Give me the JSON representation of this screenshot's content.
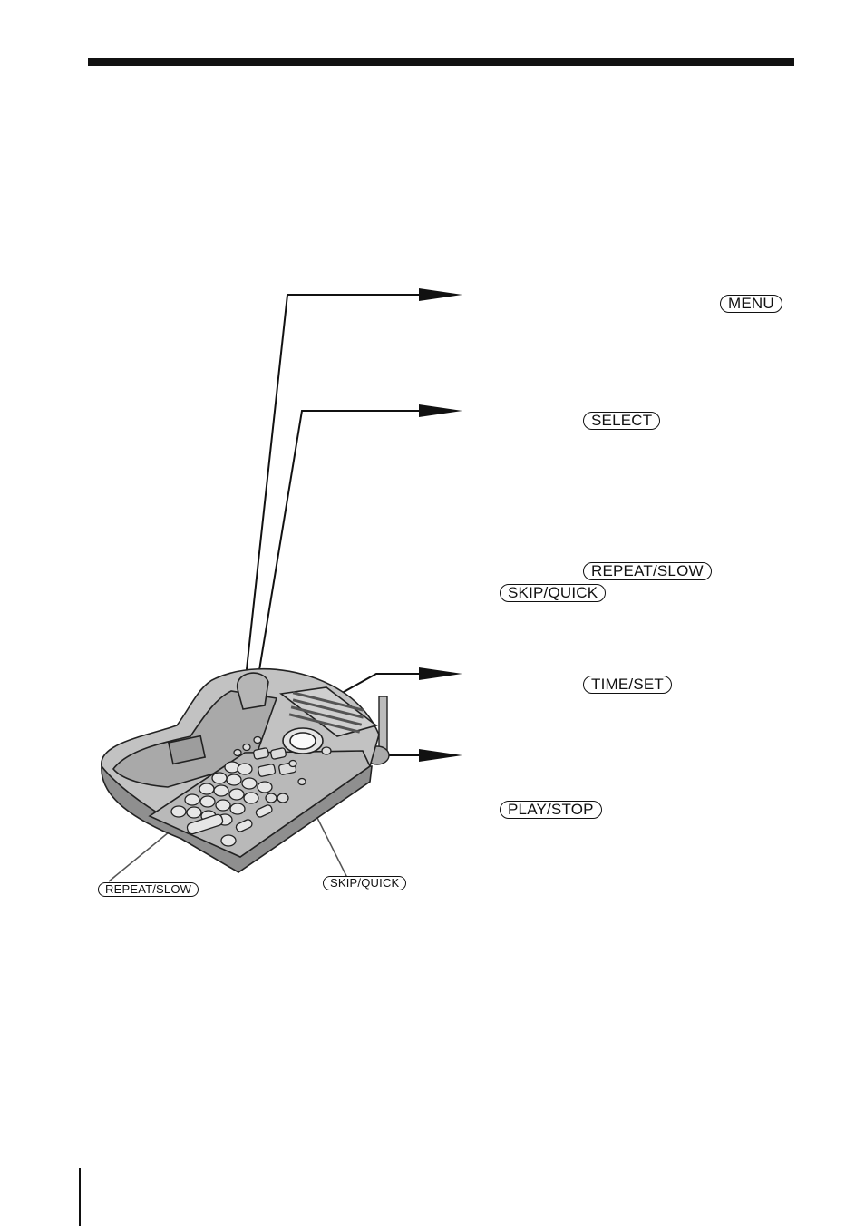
{
  "keys": {
    "menu": "MENU",
    "select": "SELECT",
    "repeat_slow": "REPEAT/SLOW",
    "skip_quick": "SKIP/QUICK",
    "time_set": "TIME/SET",
    "play_stop": "PLAY/STOP"
  },
  "callouts": {
    "repeat_slow": "REPEAT/SLOW",
    "skip_quick": "SKIP/QUICK"
  }
}
